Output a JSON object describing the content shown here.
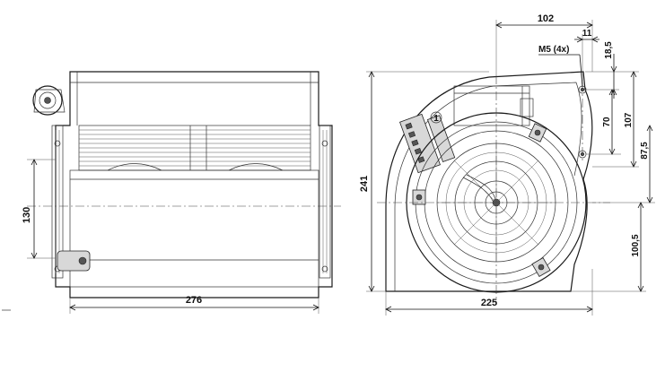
{
  "dimensions": {
    "side_width": "276",
    "side_height_130": "130",
    "front_width": "225",
    "front_height": "241",
    "top_102": "102",
    "top_11": "11",
    "screw_label": "M5 (4x)",
    "v_18_5": "18,5",
    "v_70": "70",
    "v_107": "107",
    "v_87_5": "87,5",
    "v_100_5": "100,5"
  },
  "callouts": {
    "marker_1": "1"
  },
  "colors": {
    "line": "#1a1a1a",
    "background": "#ffffff"
  }
}
